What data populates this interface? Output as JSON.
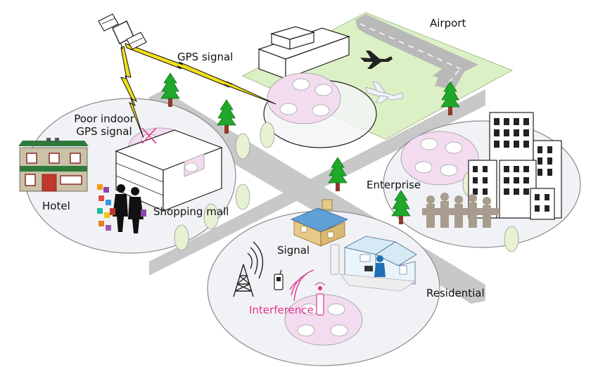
{
  "labels": {
    "airport": "Airport",
    "gps_signal": "GPS signal",
    "poor_indoor_line1": "Poor indoor",
    "poor_indoor_line2": "GPS signal",
    "hotel": "Hotel",
    "shopping_mall": "Shopping mall",
    "enterprise": "Enterprise",
    "signal": "Signal",
    "interference": "Interference",
    "residential": "Residential"
  },
  "colors": {
    "road": "#c8c8c8",
    "zone_fill": "#f1f2f5",
    "zone_stroke": "#8a8a8a",
    "coverage_pink": "#f3dcef",
    "green_blob": "#e6f2d2",
    "tree_green": "#1fa82a",
    "trunk": "#8b3a2a",
    "gps_yellow": "#f2df1a",
    "interference_pink": "#e0338c",
    "airport_grass": "#dcf0c6",
    "runway": "#bdbdbd"
  },
  "icons": [
    "satellite-icon",
    "airplane-icon",
    "cell-tower-icon",
    "mobile-phone-icon",
    "router-antenna-icon",
    "tree-icon"
  ]
}
